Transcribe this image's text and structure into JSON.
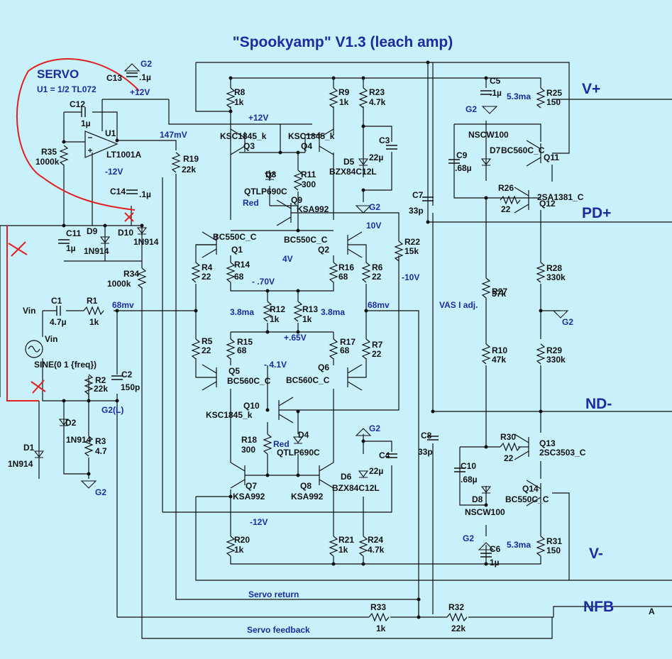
{
  "title": "\"Spookyamp\" V1.3 (leach amp)",
  "servo": {
    "heading": "SERVO",
    "subtitle": "U1 = 1/2 TL072"
  },
  "rails": {
    "vplus": "V+",
    "pdplus": "PD+",
    "ndminus": "ND-",
    "vminus": "V-",
    "nfb": "NFB",
    "a_mark": "A"
  },
  "nets": {
    "servo_return": "Servo return",
    "servo_feedback": "Servo feedback",
    "g2": "G2",
    "g2l": "G2(L)",
    "vin": "Vin",
    "red": "Red",
    "vas_adj": "VAS I adj."
  },
  "voltages": {
    "p12_top": "+12V",
    "p12_mid": "+12V",
    "v147": "147mV",
    "m12_servo": "-12V",
    "m12_bottom": "-12V",
    "v10": "10V",
    "v4": "4V",
    "vm70": "- .70V",
    "vm10": "-10V",
    "mv68a": "68mv",
    "mv68b": "68mv",
    "ma38a": "3.8ma",
    "ma38b": "3.8ma",
    "vp65": "+.65V",
    "vm41": "- 4.1V",
    "ma53a": "5.3ma",
    "ma53b": "5.3ma"
  },
  "parts": {
    "c13": [
      "C13",
      ".1µ"
    ],
    "c12": [
      "C12",
      "1µ"
    ],
    "u1": [
      "U1",
      "LT1001A"
    ],
    "r35": [
      "R35",
      "1000k"
    ],
    "r19": [
      "R19",
      "22k"
    ],
    "c14": [
      "C14",
      ".1µ"
    ],
    "c11": [
      "C11",
      "1µ"
    ],
    "d9": [
      "D9",
      "1N914"
    ],
    "d10": [
      "D10",
      "1N914"
    ],
    "r34": [
      "R34",
      "1000k"
    ],
    "c1": [
      "C1",
      "4.7µ"
    ],
    "r1": [
      "R1",
      "1k"
    ],
    "vsrc": [
      "Vin",
      "SINE(0 1 {freq})"
    ],
    "r2": [
      "R2",
      "22k"
    ],
    "c2": [
      "C2",
      "150p"
    ],
    "d1": [
      "D1",
      "1N914"
    ],
    "d2": [
      "D2",
      "1N914"
    ],
    "r3": [
      "R3",
      "4.7"
    ],
    "r8": [
      "R8",
      "1k"
    ],
    "r9": [
      "R9",
      "1k"
    ],
    "r23": [
      "R23",
      "4.7k"
    ],
    "c3": [
      "C3",
      "22µ"
    ],
    "q3": [
      "KSC1845_k",
      "Q3"
    ],
    "q4": [
      "KSC1845_k",
      "Q4"
    ],
    "d5": [
      "D5",
      "BZX84C12L"
    ],
    "d3": [
      "D3",
      "QTLP690C"
    ],
    "r11": [
      "R11",
      "300"
    ],
    "q9": [
      "KSA992",
      "Q9"
    ],
    "q1": [
      "BC550C_C",
      "Q1"
    ],
    "q2": [
      "BC550C_C",
      "Q2"
    ],
    "r22": [
      "R22",
      "15k"
    ],
    "r4": [
      "R4",
      "22"
    ],
    "r14": [
      "R14",
      "68"
    ],
    "r16": [
      "R16",
      "68"
    ],
    "r6": [
      "R6",
      "22"
    ],
    "r12": [
      "R12",
      "1k"
    ],
    "r13": [
      "R13",
      "1k"
    ],
    "r5": [
      "R5",
      "22"
    ],
    "r15": [
      "R15",
      "68"
    ],
    "r17": [
      "R17",
      "68"
    ],
    "r7": [
      "R7",
      "22"
    ],
    "q5": [
      "Q5",
      "BC560C_C"
    ],
    "q6": [
      "Q6",
      "BC560C_C"
    ],
    "q10": [
      "Q10",
      "KSC1845_k"
    ],
    "r18": [
      "R18",
      "300"
    ],
    "d4": [
      "D4",
      "QTLP690C"
    ],
    "c4": [
      "C4",
      "22µ"
    ],
    "d6": [
      "D6",
      "BZX84C12L"
    ],
    "q7": [
      "Q7",
      "KSA992"
    ],
    "q8": [
      "Q8",
      "KSA992"
    ],
    "r20": [
      "R20",
      "1k"
    ],
    "r21": [
      "R21",
      "1k"
    ],
    "r24": [
      "R24",
      "4.7k"
    ],
    "c5": [
      "C5",
      ".1µ"
    ],
    "r25": [
      "R25",
      "150"
    ],
    "d7": [
      "D7",
      "NSCW100"
    ],
    "c9": [
      "C9",
      ".68µ"
    ],
    "q11": [
      "BC560C_C",
      "Q11"
    ],
    "r26": [
      "R26",
      "22"
    ],
    "q12": [
      "2SA1381_C",
      "Q12"
    ],
    "c7": [
      "C7",
      "33p"
    ],
    "r28": [
      "R28",
      "330k"
    ],
    "r27": [
      "R27",
      "37k"
    ],
    "r10": [
      "R10",
      "47k"
    ],
    "r29": [
      "R29",
      "330k"
    ],
    "c8": [
      "C8",
      "33p"
    ],
    "r30": [
      "R30",
      "22"
    ],
    "q13": [
      "Q13",
      "2SC3503_C"
    ],
    "c10": [
      "C10",
      ".68µ"
    ],
    "d8": [
      "D8",
      "NSCW100"
    ],
    "q14": [
      "Q14",
      "BC550C_C"
    ],
    "c6": [
      "C6",
      "1µ"
    ],
    "r31": [
      "R31",
      "150"
    ],
    "r33": [
      "R33",
      "1k"
    ],
    "r32": [
      "R32",
      "22k"
    ]
  },
  "colors": {
    "background": "#c9f1fb",
    "wire": "#111111",
    "label_blue": "#1d2aa0",
    "annotation_red": "#e02020"
  }
}
